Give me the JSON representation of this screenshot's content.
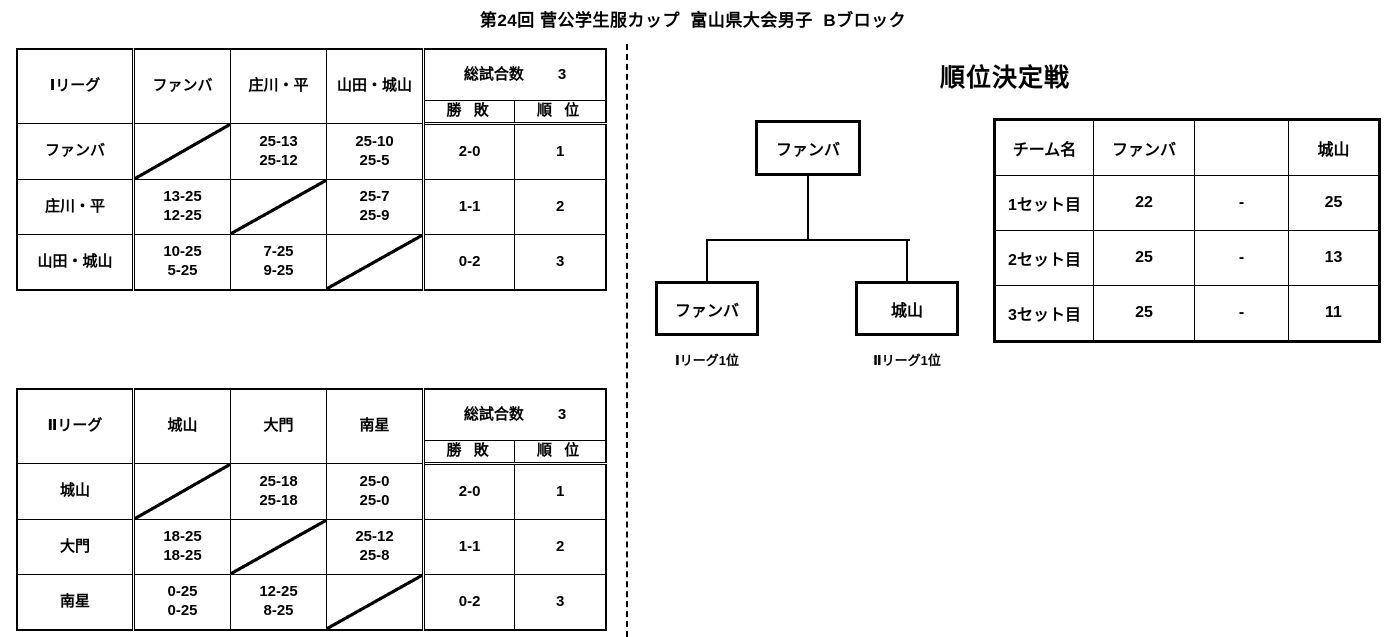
{
  "title": "第24回 菅公学生服カップ  富山県大会男子  Bブロック",
  "leagues": [
    {
      "name": "Ⅰリーグ",
      "teams": [
        "ファンバ",
        "庄川・平",
        "山田・城山"
      ],
      "total_label": "総試合数",
      "total_value": "3",
      "wl_header": "勝 敗",
      "rank_header": "順 位",
      "rows": [
        {
          "team": "ファンバ",
          "cells": [
            "",
            "25-13\n25-12",
            "25-10\n25-5"
          ],
          "wl": "2-0",
          "rank": "1"
        },
        {
          "team": "庄川・平",
          "cells": [
            "13-25\n12-25",
            "",
            "25-7\n25-9"
          ],
          "wl": "1-1",
          "rank": "2"
        },
        {
          "team": "山田・城山",
          "cells": [
            "10-25\n5-25",
            "7-25\n9-25",
            ""
          ],
          "wl": "0-2",
          "rank": "3"
        }
      ]
    },
    {
      "name": "Ⅱリーグ",
      "teams": [
        "城山",
        "大門",
        "南星"
      ],
      "total_label": "総試合数",
      "total_value": "3",
      "wl_header": "勝 敗",
      "rank_header": "順 位",
      "rows": [
        {
          "team": "城山",
          "cells": [
            "",
            "25-18\n25-18",
            "25-0\n25-0"
          ],
          "wl": "2-0",
          "rank": "1"
        },
        {
          "team": "大門",
          "cells": [
            "18-25\n18-25",
            "",
            "25-12\n25-8"
          ],
          "wl": "1-1",
          "rank": "2"
        },
        {
          "team": "南星",
          "cells": [
            "0-25\n0-25",
            "12-25\n8-25",
            ""
          ],
          "wl": "0-2",
          "rank": "3"
        }
      ]
    }
  ],
  "playoff": {
    "heading": "順位決定戦",
    "winner": "ファンバ",
    "left_team": "ファンバ",
    "right_team": "城山",
    "left_caption": "Ⅰリーグ1位",
    "right_caption": "Ⅱリーグ1位",
    "result_table": {
      "header": {
        "label": "チーム名",
        "team_a": "ファンバ",
        "separator": "",
        "team_b": "城山"
      },
      "rows": [
        {
          "label": "1セット目",
          "a": "22",
          "sep": "-",
          "b": "25"
        },
        {
          "label": "2セット目",
          "a": "25",
          "sep": "-",
          "b": "13"
        },
        {
          "label": "3セット目",
          "a": "25",
          "sep": "-",
          "b": "11"
        }
      ]
    }
  }
}
